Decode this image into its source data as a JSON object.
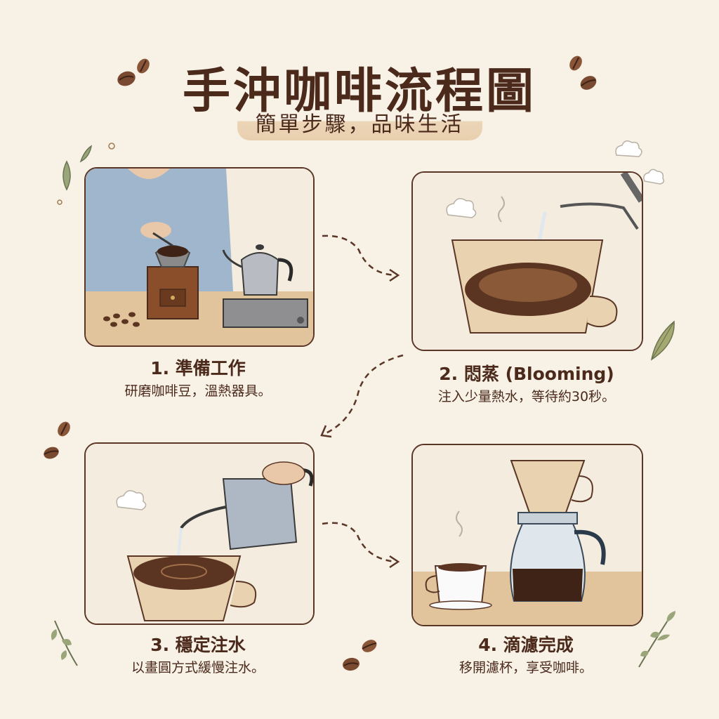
{
  "header": {
    "title": "手沖咖啡流程圖",
    "subtitle": "簡單步驟，品味生活"
  },
  "steps": [
    {
      "number": "1.",
      "title": "1. 準備工作",
      "description": "研磨咖啡豆，溫熱器具。",
      "illustration": "person grinding coffee beans with manual grinder, gooseneck kettle on stove"
    },
    {
      "number": "2.",
      "title": "2. 悶蒸 (Blooming)",
      "description": "注入少量熱水，等待約30秒。",
      "illustration": "kettle pouring water into dripper with coffee grounds"
    },
    {
      "number": "3.",
      "title": "3. 穩定注水",
      "description": "以畫圓方式緩慢注水。",
      "illustration": "hand pouring from gooseneck kettle in circular motion"
    },
    {
      "number": "4.",
      "title": "4. 滴濾完成",
      "description": "移開濾杯，享受咖啡。",
      "illustration": "dripper on glass server next to a cup of coffee"
    }
  ],
  "flow": [
    "step-1 → step-2",
    "step-2 → step-3",
    "step-3 → step-4"
  ],
  "colors": {
    "background": "#f7f1e6",
    "text": "#4b2a1c",
    "border": "#5a3626",
    "subtitle_highlight": "#e8cfae",
    "coffee": "#5b3422",
    "leaf": "#8a9a6a"
  }
}
